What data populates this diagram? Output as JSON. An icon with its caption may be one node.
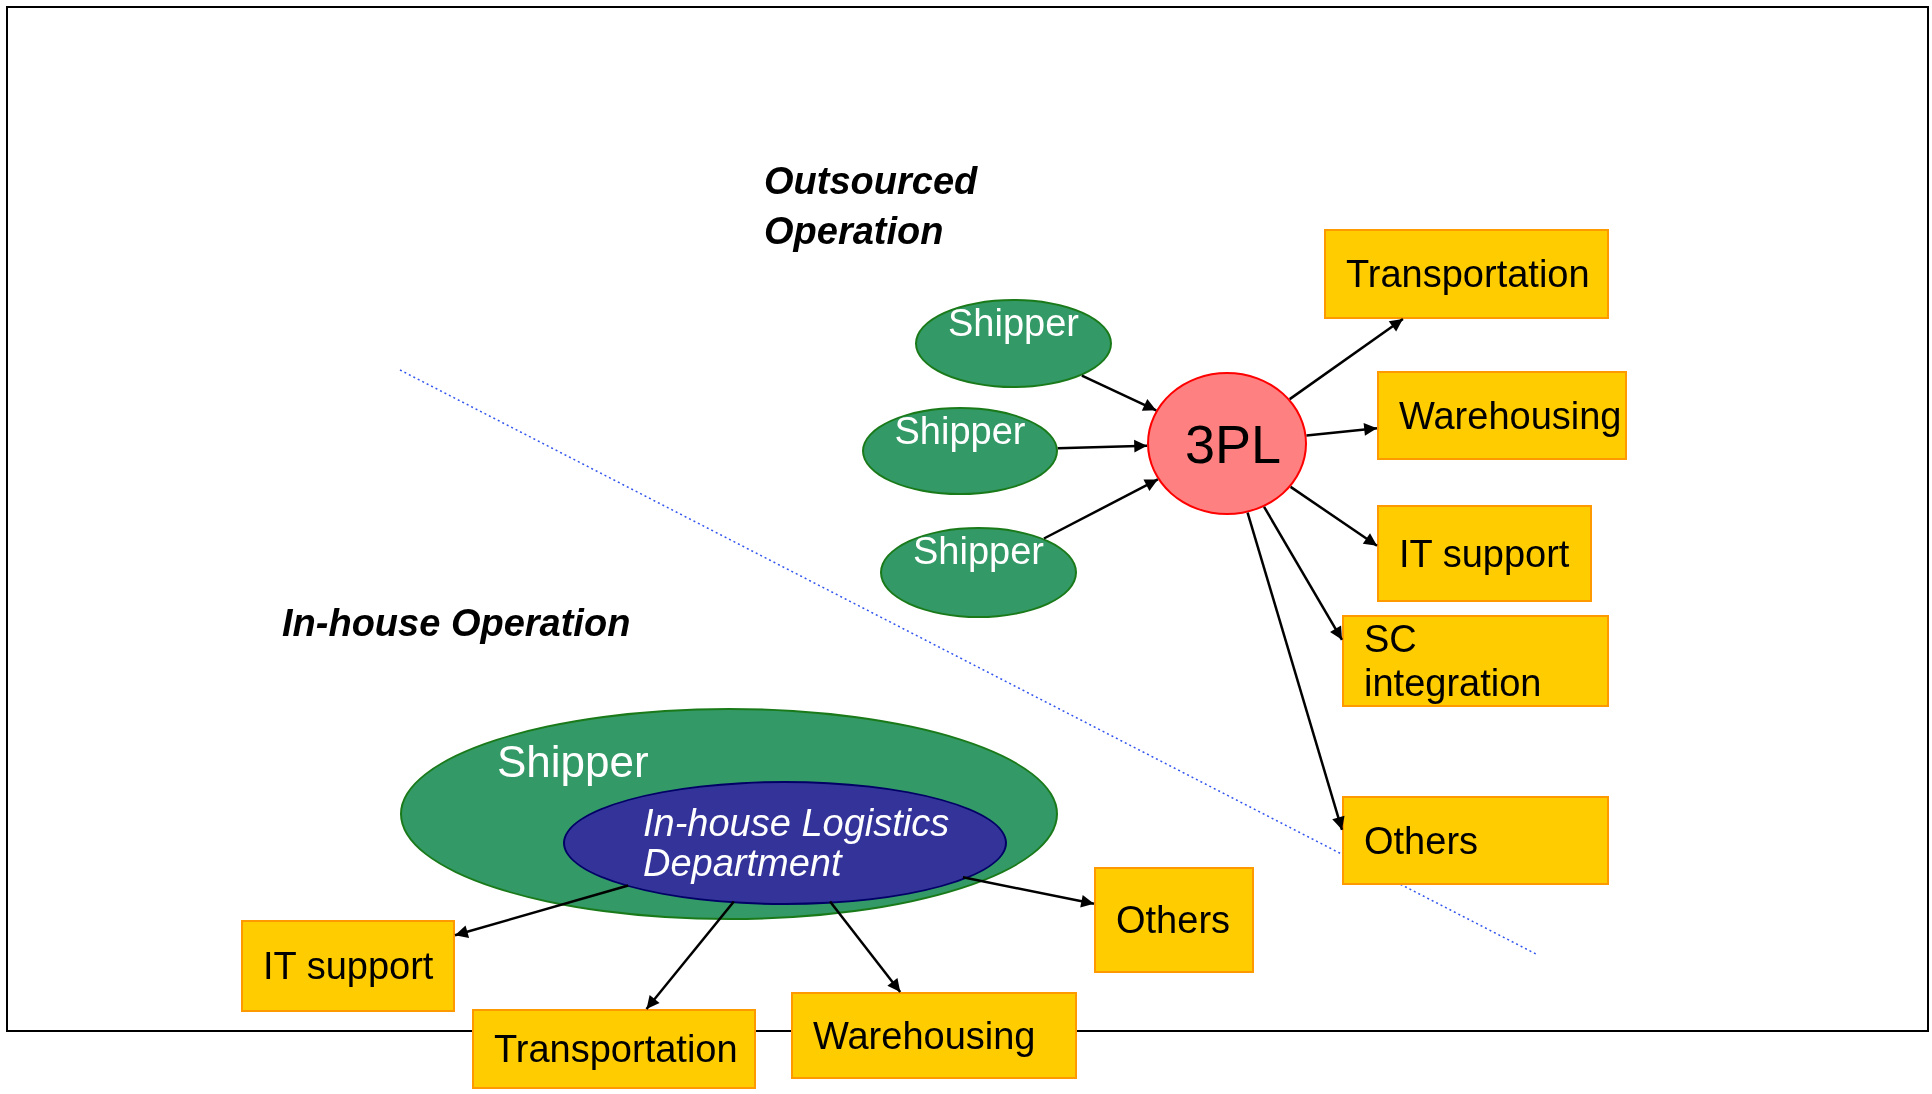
{
  "diagram": {
    "nodes": [
      {
        "text": [
          "Shipper"
        ]
      },
      {
        "text": [
          "Shipper"
        ]
      },
      {
        "text": [
          "Shipper"
        ]
      },
      {
        "text": [
          "3PL"
        ]
      },
      {
        "text": [
          "Transportation"
        ]
      },
      {
        "text": [
          "Warehousing"
        ]
      },
      {
        "text": [
          "IT support"
        ]
      },
      {
        "text": [
          "SC integration"
        ]
      },
      {
        "text": [
          "Others"
        ]
      },
      {
        "text": [
          "Shipper"
        ]
      },
      {
        "text": [
          "In-house Logistics Department"
        ],
        "in": 9
      },
      {
        "text": [
          "IT support"
        ]
      },
      {
        "text": [
          "Transportation"
        ]
      },
      {
        "text": [
          "Warehousing"
        ]
      },
      {
        "text": [
          "Others"
        ]
      }
    ],
    "edges": [
      {
        "from": 0,
        "to": 3,
        "arrow": "to"
      },
      {
        "from": 1,
        "to": 3,
        "arrow": "to"
      },
      {
        "from": 2,
        "to": 3,
        "arrow": "to"
      },
      {
        "from": 3,
        "to": 4,
        "arrow": "to"
      },
      {
        "from": 3,
        "to": 5,
        "arrow": "to"
      },
      {
        "from": 3,
        "to": 6,
        "arrow": "to"
      },
      {
        "from": 3,
        "to": 7,
        "arrow": "to"
      },
      {
        "from": 3,
        "to": 8,
        "arrow": "to"
      },
      {
        "from": 10,
        "to": 11,
        "arrow": "to"
      },
      {
        "from": 10,
        "to": 12,
        "arrow": "to"
      },
      {
        "from": 10,
        "to": 13,
        "arrow": "to"
      },
      {
        "from": 10,
        "to": 14,
        "arrow": "to"
      }
    ],
    "labels": [
      "Outsourced Operation",
      "In-house Operation"
    ]
  }
}
